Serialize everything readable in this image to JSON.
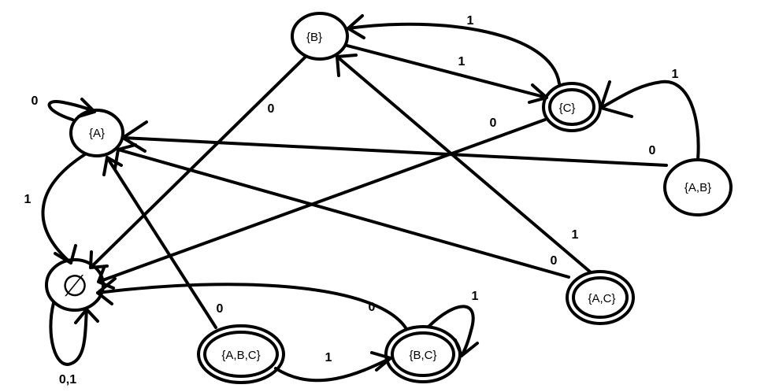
{
  "diagram": {
    "type": "dfa-state-diagram",
    "states": {
      "A": {
        "label": "{A}",
        "accepting": false
      },
      "B": {
        "label": "{B}",
        "accepting": false
      },
      "C": {
        "label": "{C}",
        "accepting": true
      },
      "AB": {
        "label": "{A,B}",
        "accepting": false
      },
      "AC": {
        "label": "{A,C}",
        "accepting": true
      },
      "ABC": {
        "label": "{A,B,C}",
        "accepting": true
      },
      "BC": {
        "label": "{B,C}",
        "accepting": true
      },
      "E": {
        "label": "∅",
        "accepting": false
      }
    },
    "transitions": [
      {
        "id": "A-A",
        "from": "{A}",
        "to": "{A}",
        "label": "0"
      },
      {
        "id": "A-E",
        "from": "{A}",
        "to": "∅",
        "label": "1"
      },
      {
        "id": "E-E",
        "from": "∅",
        "to": "∅",
        "label": "0,1"
      },
      {
        "id": "B-E",
        "from": "{B}",
        "to": "∅",
        "label": "0"
      },
      {
        "id": "B-C",
        "from": "{B}",
        "to": "{C}",
        "label": "1"
      },
      {
        "id": "C-B",
        "from": "{C}",
        "to": "{B}",
        "label": "1"
      },
      {
        "id": "C-E",
        "from": "{C}",
        "to": "∅",
        "label": "0"
      },
      {
        "id": "AB-C",
        "from": "{A,B}",
        "to": "{C}",
        "label": "1"
      },
      {
        "id": "AB-A",
        "from": "{A,B}",
        "to": "{A}",
        "label": "0"
      },
      {
        "id": "AC-B",
        "from": "{A,C}",
        "to": "{B}",
        "label": "1"
      },
      {
        "id": "AC-A",
        "from": "{A,C}",
        "to": "{A}",
        "label": "0"
      },
      {
        "id": "ABC-A",
        "from": "{A,B,C}",
        "to": "{A}",
        "label": "0"
      },
      {
        "id": "ABC-BC",
        "from": "{A,B,C}",
        "to": "{B,C}",
        "label": "1"
      },
      {
        "id": "BC-E",
        "from": "{B,C}",
        "to": "∅",
        "label": "0"
      },
      {
        "id": "BC-BC",
        "from": "{B,C}",
        "to": "{B,C}",
        "label": "1"
      }
    ]
  }
}
